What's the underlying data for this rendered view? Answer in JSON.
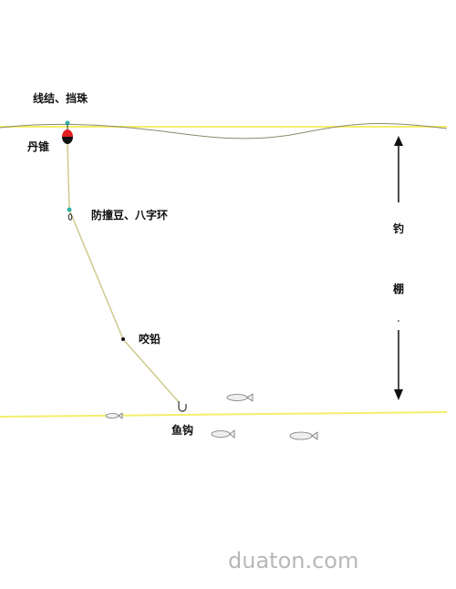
{
  "diagram": {
    "labels": {
      "knot_bead": "线结、挡珠",
      "float": "丹锥",
      "swivel": "防撞豆、八字环",
      "split_shot": "咬铅",
      "hook": "鱼钩",
      "depth_char_1": "钓",
      "depth_char_2": "棚"
    },
    "watermark": "duaton.com",
    "colors": {
      "water_line": "#f4ee6c",
      "fishing_line": "#cfc98c",
      "float_top": "#e02020",
      "float_bottom": "#111111",
      "arrow": "#111111",
      "bead": "#30b0a8"
    }
  }
}
